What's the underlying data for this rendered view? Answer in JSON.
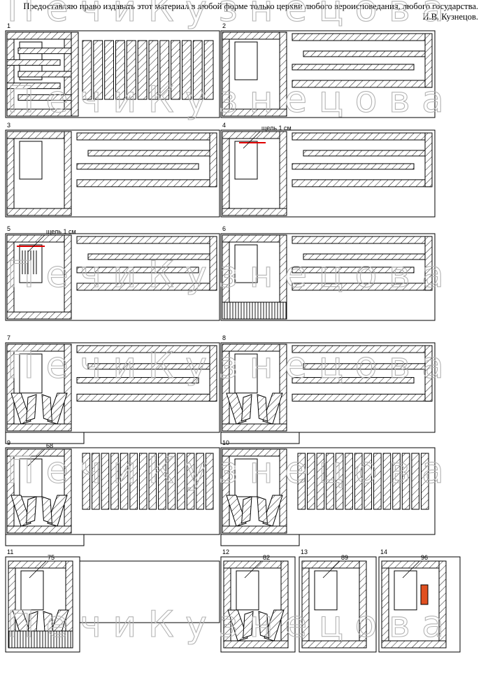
{
  "header": {
    "line1": "Предоставляю право издавать этот материал в любой форме только церкви любого вероисповедания, любого государства.",
    "line2": "И.В. Кузнецов."
  },
  "watermark": {
    "rows": [
      "П е ч и   К у з н е ц о в а",
      "П е ч и   К у з н е ц о в а",
      "П е ч и   К у з н е ц о в а",
      "П е ч и   К у з н е ц о в а",
      "П е ч и   К у з н е ц о в а",
      "П е ч и   К у з н е ц о в а"
    ]
  },
  "colors": {
    "line": "#000000",
    "hatch": "#000000",
    "gap_mark": "#e00000",
    "grate_insert": "#e05020",
    "watermark": "#b4b4b4"
  },
  "rows": [
    {
      "id": "r1",
      "panels": [
        {
          "label": "1",
          "variant": "base-full"
        },
        {
          "label": "2",
          "variant": "firebox-tall"
        }
      ]
    },
    {
      "id": "r2",
      "panels": [
        {
          "label": "3",
          "variant": "open"
        },
        {
          "label": "4",
          "variant": "firebox-gap",
          "note": "щель 1 см"
        }
      ]
    },
    {
      "id": "r3",
      "panels": [
        {
          "label": "5",
          "variant": "grate-gap",
          "note": "щель 1 см"
        },
        {
          "label": "6",
          "variant": "firebox-base"
        }
      ]
    },
    {
      "id": "r4",
      "panels": [
        {
          "label": "7",
          "variant": "arch"
        },
        {
          "label": "8",
          "variant": "arch"
        }
      ]
    },
    {
      "id": "r5",
      "panels": [
        {
          "label": "9",
          "variant": "arch-full",
          "note": "68"
        },
        {
          "label": "10",
          "variant": "arch-full"
        }
      ]
    },
    {
      "id": "r6",
      "panels": [
        {
          "label": "11",
          "variant": "arch-small",
          "note": "75"
        },
        {
          "label": "12",
          "variant": "arch-small",
          "note": "82"
        },
        {
          "label": "13",
          "variant": "compact",
          "note": "89"
        },
        {
          "label": "14",
          "variant": "compact-insert",
          "note": "96"
        }
      ]
    }
  ]
}
